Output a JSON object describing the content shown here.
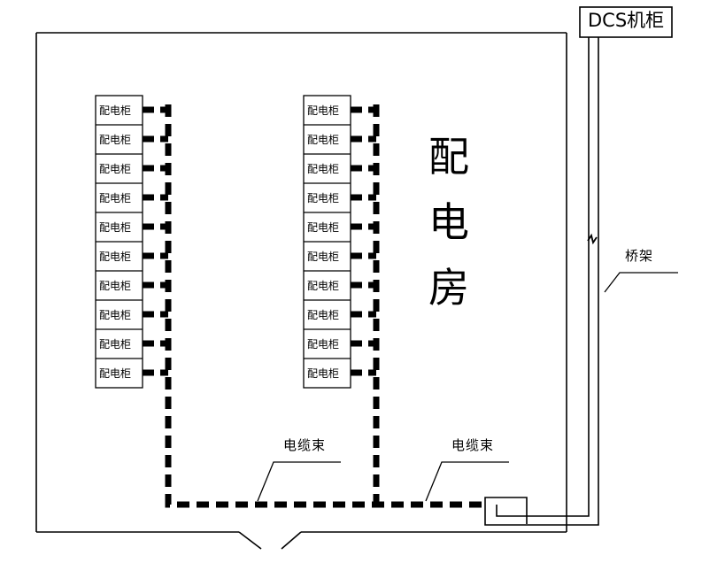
{
  "diagram": {
    "title_block": {
      "dcs_cabinet_label": "DCS机柜"
    },
    "room": {
      "name": "配电房",
      "name_chars": [
        "配",
        "电",
        "房"
      ],
      "outline_color": "#000000"
    },
    "cabinet_label": "配电柜",
    "columns": [
      {
        "id": "left-cabinet-column",
        "count": 10,
        "cabinets": [
          {
            "label": "配电柜"
          },
          {
            "label": "配电柜"
          },
          {
            "label": "配电柜"
          },
          {
            "label": "配电柜"
          },
          {
            "label": "配电柜"
          },
          {
            "label": "配电柜"
          },
          {
            "label": "配电柜"
          },
          {
            "label": "配电柜"
          },
          {
            "label": "配电柜"
          },
          {
            "label": "配电柜"
          }
        ]
      },
      {
        "id": "right-cabinet-column",
        "count": 10,
        "cabinets": [
          {
            "label": "配电柜"
          },
          {
            "label": "配电柜"
          },
          {
            "label": "配电柜"
          },
          {
            "label": "配电柜"
          },
          {
            "label": "配电柜"
          },
          {
            "label": "配电柜"
          },
          {
            "label": "配电柜"
          },
          {
            "label": "配电柜"
          },
          {
            "label": "配电柜"
          },
          {
            "label": "配电柜"
          }
        ]
      }
    ],
    "annotations": [
      {
        "id": "cable-bundle-left",
        "text": "电缆束"
      },
      {
        "id": "cable-bundle-right",
        "text": "电缆束"
      },
      {
        "id": "cable-tray",
        "text": "桥架"
      }
    ],
    "colors": {
      "line": "#000000",
      "cable": "#000000",
      "background": "#ffffff"
    }
  }
}
